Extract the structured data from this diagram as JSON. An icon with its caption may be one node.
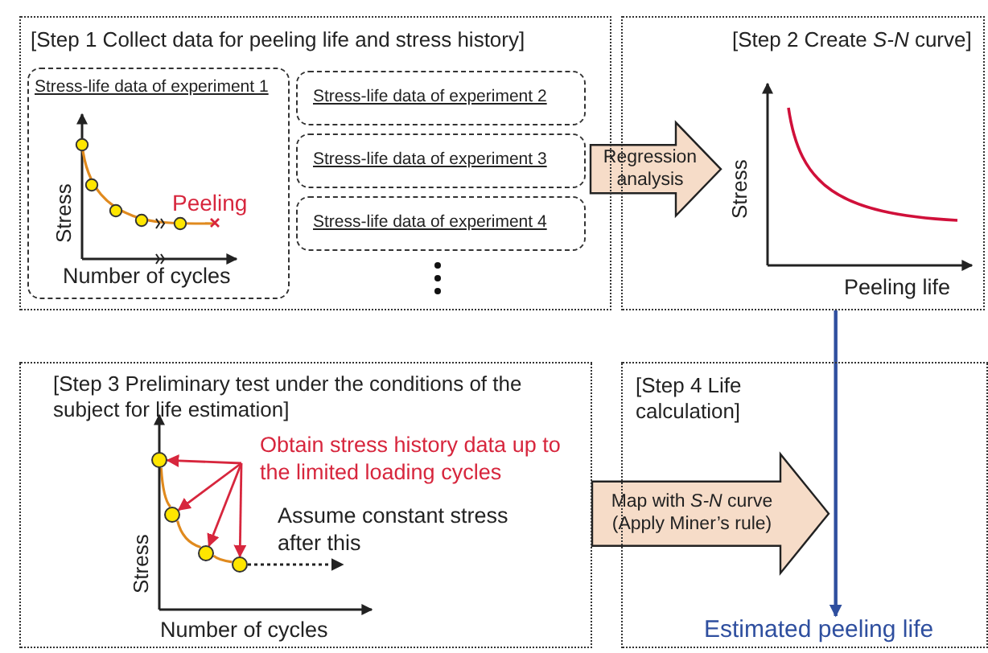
{
  "diagram": {
    "nodes": [
      {
        "text": [
          "[Step 1 Collect data for peeling life and stress history]"
        ]
      },
      {
        "text": [
          "Stress-life data of experiment 1"
        ],
        "in": 0
      },
      {
        "text": [
          "Stress-life data of experiment 2"
        ],
        "in": 0
      },
      {
        "text": [
          "Stress-life data of experiment 3"
        ],
        "in": 0
      },
      {
        "text": [
          "Stress-life data of experiment 4"
        ],
        "in": 0
      },
      {
        "text": [
          "[Step 2 Create *S-N* curve]"
        ]
      },
      {
        "text": [
          "[Step 3 Preliminary test under the conditions of the subject for life estimation]"
        ]
      },
      {
        "text": [
          "[Step 4 Life calculation]"
        ]
      },
      {
        "text": [
          "Estimated peeling life"
        ],
        "in": 7
      },
      {
        "text": [
          "Obtain stress history data up to the limited loading cycles"
        ],
        "in": 6
      },
      {
        "text": [],
        "shape": "circle",
        "in": 6
      },
      {
        "text": [],
        "shape": "circle",
        "in": 6
      },
      {
        "text": [],
        "shape": "circle",
        "in": 6
      },
      {
        "text": [],
        "shape": "circle",
        "in": 6
      },
      {
        "text": [
          "Assume constant stress after this"
        ],
        "in": 6
      }
    ],
    "edges": [
      {
        "from": 0,
        "to": 5,
        "arrow": "to",
        "style": "thick",
        "label": "Regression analysis"
      },
      {
        "from": 6,
        "to": 7,
        "arrow": "to",
        "style": "thick",
        "label": "Map with *S-N* curve (Apply Miner’s rule)"
      },
      {
        "from": 5,
        "to": 8,
        "arrow": "to",
        "color": "#2f4f9f"
      },
      {
        "from": 9,
        "to": 10,
        "arrow": "to",
        "color": "#d7263d"
      },
      {
        "from": 9,
        "to": 11,
        "arrow": "to",
        "color": "#d7263d"
      },
      {
        "from": 9,
        "to": 12,
        "arrow": "to",
        "color": "#d7263d"
      },
      {
        "from": 9,
        "to": 13,
        "arrow": "to",
        "color": "#d7263d"
      },
      {
        "from": 13,
        "to": 14,
        "arrow": "to",
        "style": "dashed",
        "color": "#222222"
      },
      {
        "from": 10,
        "to": 11,
        "arrow": "none",
        "color": "#e08a1e"
      },
      {
        "from": 11,
        "to": 12,
        "arrow": "none",
        "color": "#e08a1e"
      },
      {
        "from": 12,
        "to": 13,
        "arrow": "none",
        "color": "#e08a1e"
      }
    ],
    "labels": [
      "Stress",
      "Peeling",
      "Number of cycles",
      "Stress",
      "Peeling life",
      "Stress",
      "Number of cycles"
    ]
  }
}
